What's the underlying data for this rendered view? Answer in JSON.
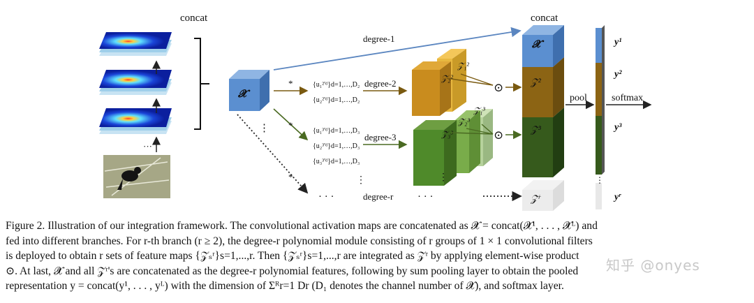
{
  "figure": {
    "concat_left": "concat",
    "concat_right": "concat",
    "degree_1": "degree-1",
    "degree_2": "degree-2",
    "degree_3": "degree-3",
    "degree_r": "degree-r",
    "star": "*",
    "x_symbol": "𝓧",
    "pool": "pool",
    "softmax": "softmax",
    "u2_1": "{u₁²'ᵈ}d=1,…,D₂",
    "u2_2": "{u₂²'ᵈ}d=1,…,D₂",
    "u3_1": "{u₁³'ᵈ}d=1,…,D₃",
    "u3_2": "{u₂³'ᵈ}d=1,…,D₃",
    "u3_3": "{u₃³'ᵈ}d=1,…,D₃",
    "z2_1": "𝒵₁²",
    "z2_2": "𝒵₂²",
    "z3_1": "𝒵₁³",
    "z3_2": "𝒵₂³",
    "z3_3": "𝒵₃³",
    "z2": "𝒵²",
    "z3": "𝒵³",
    "zr": "𝒵ʳ",
    "y1": "y¹",
    "y2": "y²",
    "y3": "y³",
    "yr": "yʳ",
    "odot": "⊙",
    "ellipsis_h": "· · ·",
    "ellipsis_v": "⋮",
    "dots_small": "···"
  },
  "caption": {
    "line1": "Figure 2. Illustration of our integration framework. The convolutional activation maps are concatenated as 𝓧 = concat(𝓧¹, . . . , 𝓧ᴸ) and",
    "line2": "fed into different branches. For r-th branch (r ≥ 2), the degree-r polynomial module consisting of r groups of 1 × 1 convolutional filters",
    "line3": "is deployed to obtain r sets of feature maps {𝒵ₛʳ}s=1,...,r. Then {𝒵ₛʳ}s=1,...,r are integrated as 𝒵ʳ by applying element-wise product",
    "line4": "⊙. At last, 𝓧 and all 𝒵ʳ's are concatenated as the degree-r polynomial features, following by sum pooling layer to obtain the pooled",
    "line5": "representation y = concat(y¹, . . . , yᴸ) with the dimension of Σᴿr=1 Dr (D₁ denotes the channel number of 𝓧), and softmax layer."
  },
  "watermark": "知乎 @onyes"
}
